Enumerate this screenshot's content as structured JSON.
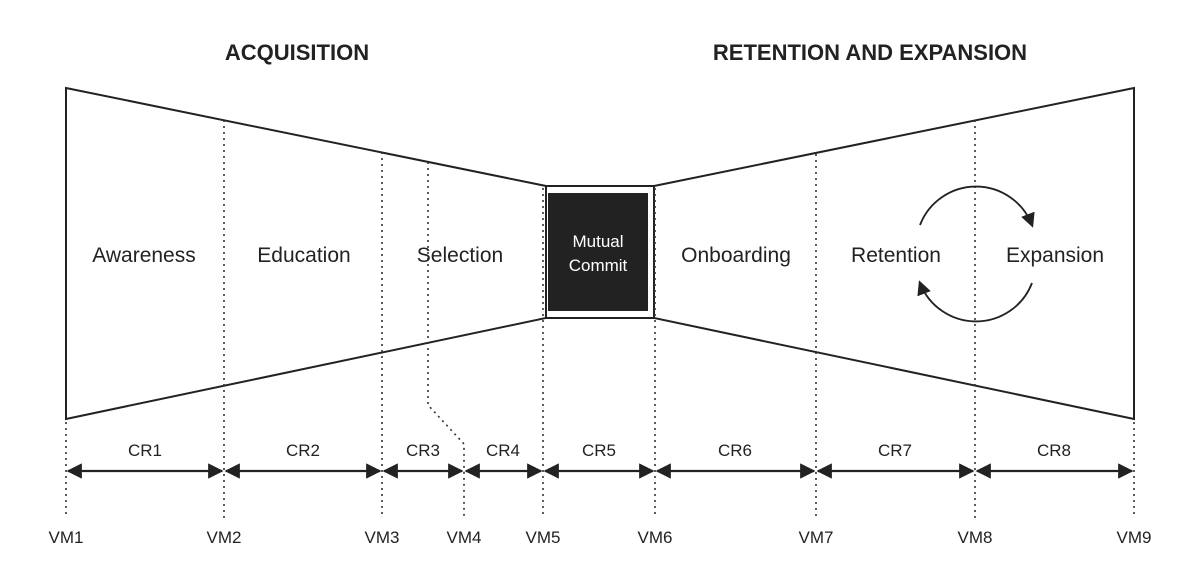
{
  "titles": {
    "left": "ACQUISITION",
    "right": "RETENTION AND EXPANSION"
  },
  "stages": {
    "awareness": "Awareness",
    "education": "Education",
    "selection": "Selection",
    "commit_line1": "Mutual",
    "commit_line2": "Commit",
    "onboarding": "Onboarding",
    "retention": "Retention",
    "expansion": "Expansion"
  },
  "conversion_rates": [
    "CR1",
    "CR2",
    "CR3",
    "CR4",
    "CR5",
    "CR6",
    "CR7",
    "CR8"
  ],
  "volume_metrics": [
    "VM1",
    "VM2",
    "VM3",
    "VM4",
    "VM5",
    "VM6",
    "VM7",
    "VM8",
    "VM9"
  ],
  "colors": {
    "ink": "#222222",
    "commit_fill": "#222222",
    "commit_text": "#ffffff"
  }
}
